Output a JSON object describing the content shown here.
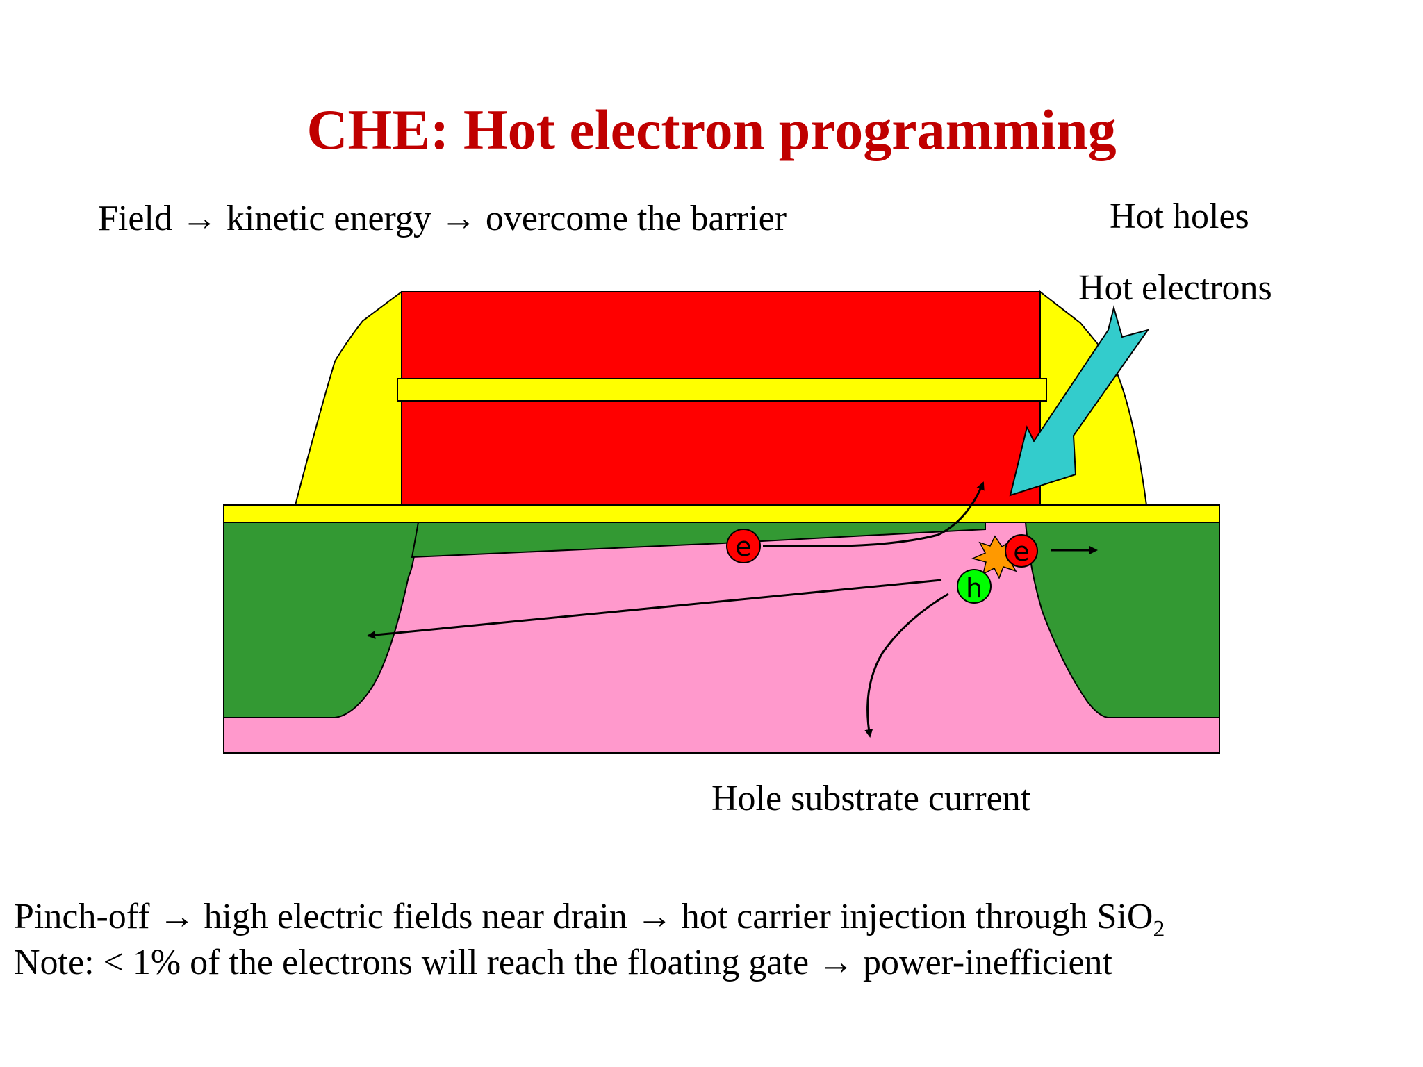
{
  "slide": {
    "title": "CHE: Hot electron programming",
    "field_line": "Field → kinetic energy → overcome the barrier",
    "hot_holes_label": "Hot holes",
    "hot_electrons_label": "Hot electrons",
    "hole_substrate_label": "Hole substrate current",
    "note_line_1": "Pinch-off → high electric fields near drain → hot carrier injection through SiO",
    "note_line_1_subscript": "2",
    "note_line_2": "Note: < 1% of the electrons will reach the floating gate → power-inefficient"
  },
  "carriers": {
    "electron_label": "e",
    "hole_label": "h"
  },
  "colors": {
    "title": "#c00000",
    "gate": "#ff0000",
    "oxide_spacer": "#ffff00",
    "source_drain": "#339933",
    "substrate": "#ff99cc",
    "hot_electron_arrow": "#33cccc",
    "electron": "#ff0000",
    "hole": "#00ff00",
    "impact": "#ff9900"
  }
}
